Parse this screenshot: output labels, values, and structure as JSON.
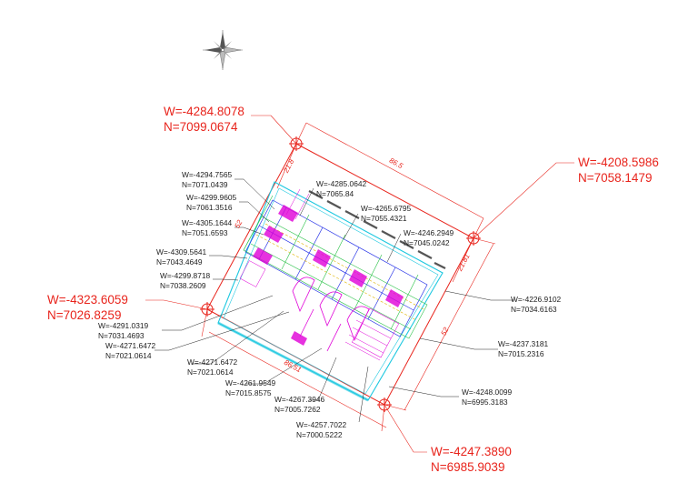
{
  "corners": [
    {
      "w": "W=-4284.8078",
      "n": "N=7099.0674"
    },
    {
      "w": "W=-4208.5986",
      "n": "N=7058.1479"
    },
    {
      "w": "W=-4323.6059",
      "n": "N=7026.8259"
    },
    {
      "w": "W=-4247.3890",
      "n": "N=6985.9039"
    }
  ],
  "points": [
    {
      "w": "W=-4294.7565",
      "n": "N=7071.0439"
    },
    {
      "w": "W=-4299.9605",
      "n": "N=7061.3516"
    },
    {
      "w": "W=-4305.1644",
      "n": "N=7051.6593"
    },
    {
      "w": "W=-4309.5641",
      "n": "N=7043.4649"
    },
    {
      "w": "W=-4299.8718",
      "n": "N=7038.2609"
    },
    {
      "w": "W=-4291.0319",
      "n": "N=7031.4693"
    },
    {
      "w": "W=-4271.6472",
      "n": "N=7021.0614"
    },
    {
      "w": "W=-4271.6472",
      "n": "N=7021.0614"
    },
    {
      "w": "W=-4261.9549",
      "n": "N=7015.8575"
    },
    {
      "w": "W=-4267.3946",
      "n": "N=7005.7262"
    },
    {
      "w": "W=-4257.7022",
      "n": "N=7000.5222"
    },
    {
      "w": "W=-4285.0642",
      "n": "N=7065.84"
    },
    {
      "w": "W=-4265.6795",
      "n": "N=7055.4321"
    },
    {
      "w": "W=-4246.2949",
      "n": "N=7045.0242"
    },
    {
      "w": "W=-4226.9102",
      "n": "N=7034.6163"
    },
    {
      "w": "W=-4237.3181",
      "n": "N=7015.2316"
    },
    {
      "w": "W=-4248.0099",
      "n": "N=6995.3183"
    }
  ],
  "dimensions": {
    "top_length": "86.5",
    "bottom_length": "86.51",
    "left_width": "52",
    "right_width": "52",
    "top_left_offset": "21.8",
    "right_offset": "21.81"
  },
  "colors": {
    "coord_red": "#e8241c",
    "outline_red": "#e8241c",
    "magenta": "#e000d8",
    "cyan": "#1ec8e0",
    "green": "#2cc24a",
    "blue": "#2a36e8",
    "yellow": "#e0b400",
    "leader": "#222222"
  },
  "icons": [
    "compass-rose-icon",
    "survey-point-marker-icon"
  ]
}
